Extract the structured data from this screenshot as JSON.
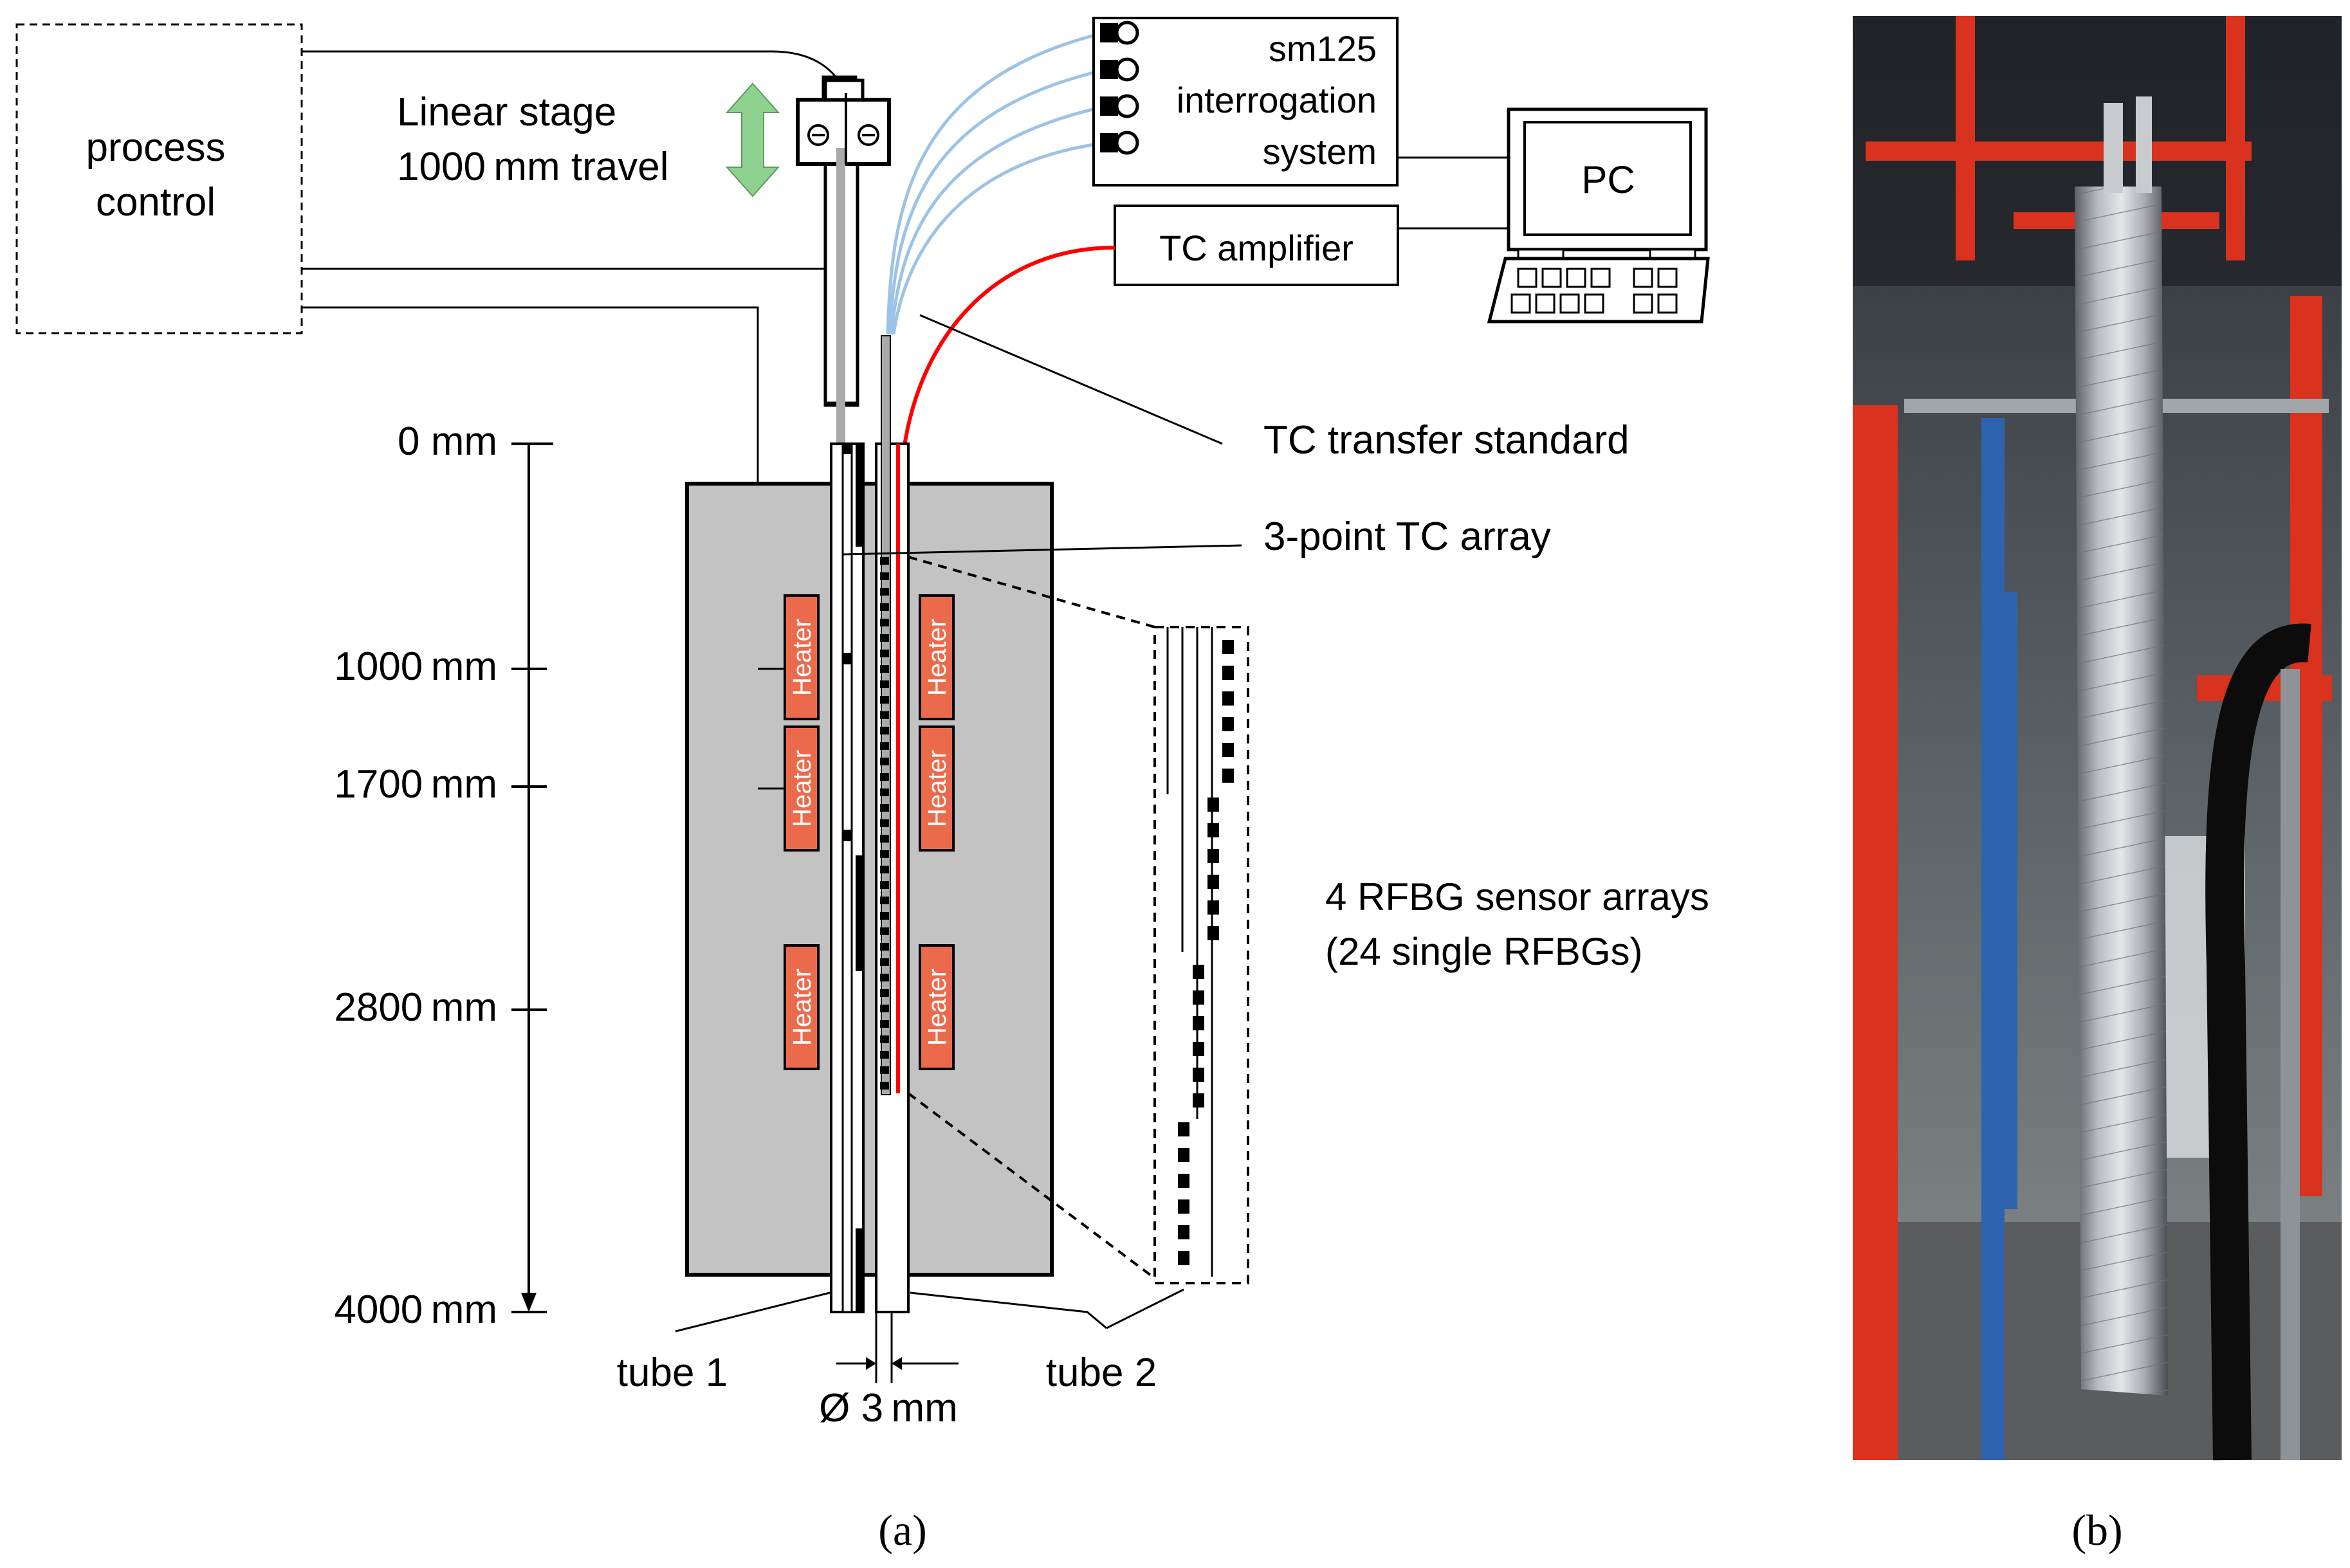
{
  "blocks": {
    "process_control": [
      "process",
      "control"
    ],
    "linear_stage": [
      "Linear stage",
      "1000 mm travel"
    ],
    "interrogation": [
      "sm125",
      "interrogation",
      "system"
    ],
    "pc": "PC",
    "tc_amplifier": "TC amplifier"
  },
  "callouts": {
    "tc_transfer": "TC transfer standard",
    "tc_array": "3-point TC array",
    "rfbg_arrays": [
      "4 RFBG sensor arrays",
      "(24 single RFBGs)"
    ]
  },
  "depth_scale": [
    "0 mm",
    "1000 mm",
    "1700 mm",
    "2800 mm",
    "4000 mm"
  ],
  "heater_label": "Heater",
  "tubes": {
    "tube1": "tube 1",
    "tube2": "tube 2",
    "diameter": "Ø 3 mm"
  },
  "captions": [
    "(a)",
    "(b)"
  ],
  "colors": {
    "heater": "#ec6a4c",
    "furnace": "#c3c3c3",
    "fiber": "#9cc3e6",
    "thermocouple": "#ff0000",
    "arrow": "#8fd18f"
  }
}
